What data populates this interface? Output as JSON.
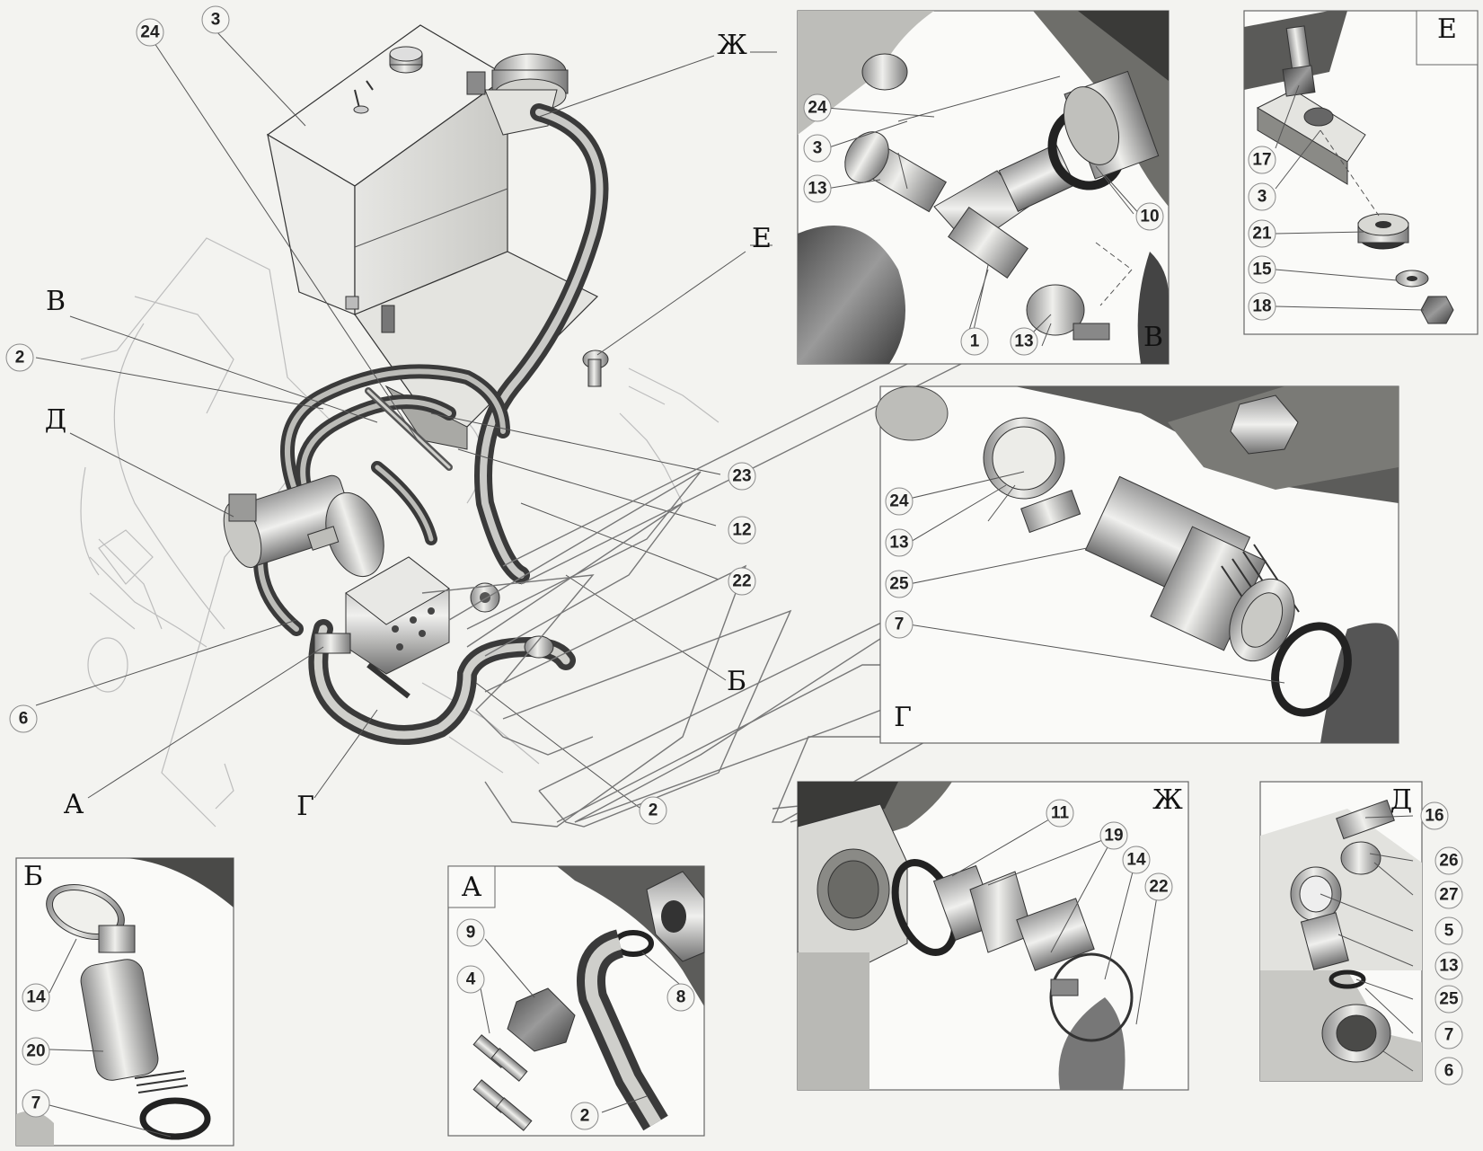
{
  "views": {
    "V": {
      "letter": "В"
    },
    "Ye": {
      "letter": "Е"
    },
    "G": {
      "letter": "Г"
    },
    "Zh": {
      "letter": "Ж"
    },
    "D": {
      "letter": "Д"
    },
    "B": {
      "letter": "Б"
    },
    "A": {
      "letter": "А"
    }
  },
  "main_letters": {
    "Zh": "Ж",
    "Ye": "Е",
    "V": "В",
    "D": "Д",
    "B": "Б",
    "A": "А",
    "G": "Г"
  },
  "callouts": {
    "main": {
      "n24": "24",
      "n3": "3",
      "n2a": "2",
      "n6": "6",
      "n23": "23",
      "n12": "12",
      "n22": "22",
      "n2b": "2"
    },
    "view_v": {
      "n24": "24",
      "n3": "3",
      "n13a": "13",
      "n10": "10",
      "n1": "1",
      "n13b": "13"
    },
    "view_ye": {
      "n17": "17",
      "n3": "3",
      "n21": "21",
      "n15": "15",
      "n18": "18"
    },
    "view_g": {
      "n24": "24",
      "n13": "13",
      "n25": "25",
      "n7": "7"
    },
    "view_zh": {
      "n11": "11",
      "n19": "19",
      "n14": "14",
      "n22": "22"
    },
    "view_d": {
      "n16": "16",
      "n26": "26",
      "n27": "27",
      "n5": "5",
      "n13": "13",
      "n25": "25",
      "n7": "7",
      "n6": "6"
    },
    "view_b": {
      "n14": "14",
      "n20": "20",
      "n7": "7"
    },
    "view_a": {
      "n9": "9",
      "n4": "4",
      "n8": "8",
      "n2": "2"
    }
  },
  "colors": {
    "background": "#f3f3f0",
    "metal_light": "#dcdcd8",
    "metal_dark": "#6a6a6a",
    "line": "#333333"
  }
}
